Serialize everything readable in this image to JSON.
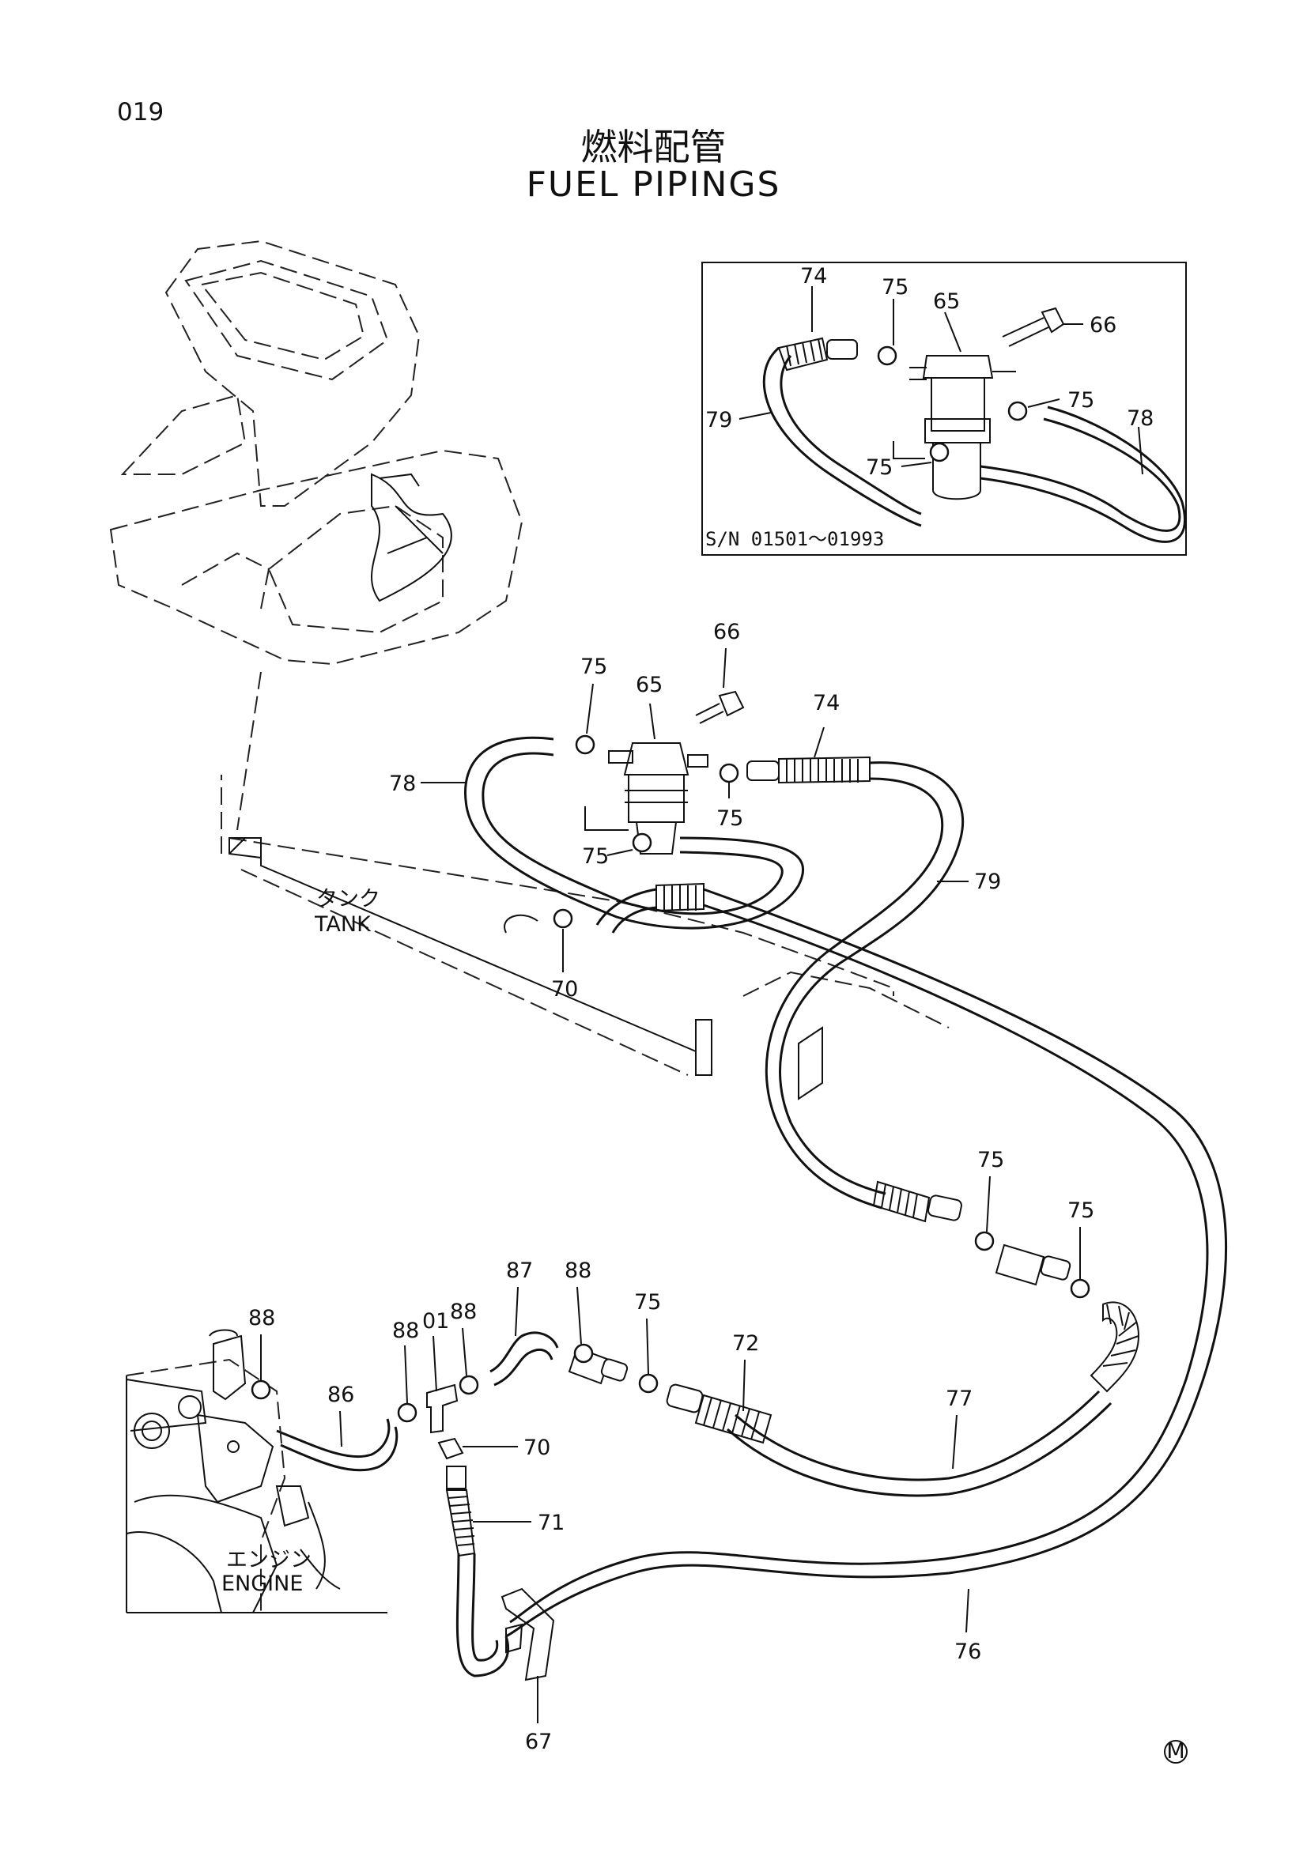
{
  "page_number": "019",
  "title_jp": "燃料配管",
  "title_en": "FUEL PIPINGS",
  "inset_note": "S/N 01501～01993",
  "area_labels": {
    "tank_jp": "タンク",
    "tank_en": "TANK",
    "engine_jp": "エンジン",
    "engine_en": "ENGINE"
  },
  "corner_mark": "M",
  "callouts": {
    "inset": [
      "74",
      "75",
      "65",
      "66",
      "75",
      "79",
      "78",
      "75"
    ],
    "main": [
      "75",
      "65",
      "66",
      "74",
      "78",
      "75",
      "75",
      "79",
      "70",
      "75",
      "75",
      "87",
      "88",
      "88",
      "01",
      "88",
      "75",
      "72",
      "77",
      "86",
      "70",
      "71",
      "76",
      "67"
    ]
  }
}
